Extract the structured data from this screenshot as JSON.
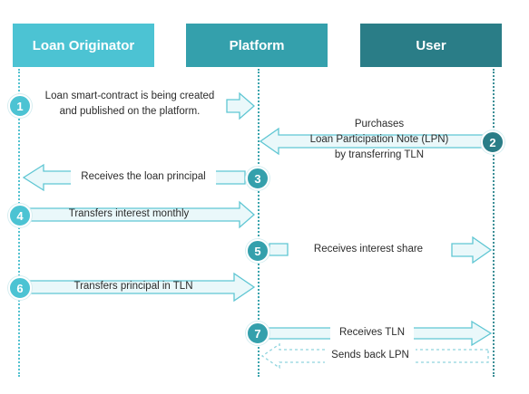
{
  "actors": {
    "loan_originator": "Loan Originator",
    "platform": "Platform",
    "user": "User"
  },
  "steps": [
    {
      "number": "1",
      "lines": [
        "Loan smart-contract is being created",
        "and published on the platform."
      ]
    },
    {
      "number": "2",
      "lines": [
        "Purchases",
        "Loan Participation Note (LPN)",
        "by transferring TLN"
      ]
    },
    {
      "number": "3",
      "lines": [
        "Receives the loan principal"
      ]
    },
    {
      "number": "4",
      "lines": [
        "Transfers interest monthly"
      ]
    },
    {
      "number": "5",
      "lines": [
        "Receives interest share"
      ]
    },
    {
      "number": "6",
      "lines": [
        "Transfers principal in TLN"
      ]
    },
    {
      "number": "7",
      "lines": [
        "Receives TLN"
      ]
    }
  ],
  "return_message": "Sends back LPN",
  "colors": {
    "loan_originator": "#4cc3d3",
    "platform": "#34a0ac",
    "user": "#2a7d87",
    "arrow_fill": "#eaf8fa",
    "arrow_stroke": "#5fc6d3"
  }
}
